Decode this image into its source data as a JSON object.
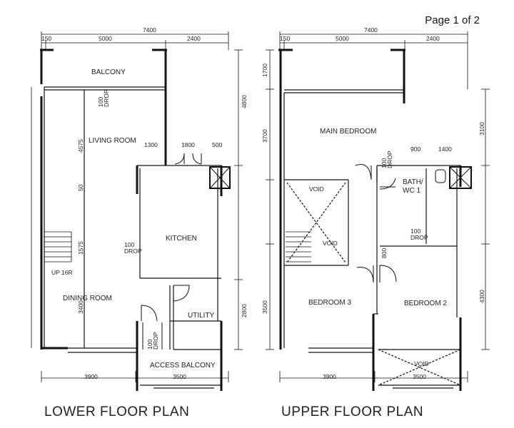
{
  "page_indicator": "Page 1 of 2",
  "lower_plan": {
    "title": "LOWER FLOOR PLAN",
    "rooms": {
      "balcony": "BALCONY",
      "living_room": "LIVING ROOM",
      "kitchen": "KITCHEN",
      "dining_room": "DINING ROOM",
      "utility": "UTILITY",
      "access_balcony": "ACCESS BALCONY"
    },
    "notes": {
      "drop_top_num": "100",
      "drop_top_word": "DROP",
      "drop_mid_num": "100",
      "drop_mid_word": "DROP",
      "drop_bottom_num": "100",
      "drop_bottom_word": "DROP",
      "stair": "UP 16R"
    },
    "dims": {
      "total_width": "7400",
      "left_margin": "150",
      "width_main": "5000",
      "width_side": "2400",
      "kitchen_w1": "1300",
      "kitchen_w2": "1800",
      "kitchen_w3": "500",
      "right_height_top": "4800",
      "right_height_bottom": "2800",
      "left_h1": "4575",
      "left_h2": "50",
      "left_h3": "1575",
      "left_h4": "3400",
      "bottom_left": "3900",
      "bottom_right": "3500"
    }
  },
  "upper_plan": {
    "title": "UPPER FLOOR PLAN",
    "rooms": {
      "main_bedroom": "MAIN BEDROOM",
      "bath_line1": "BATH/",
      "bath_line2": "WC 1",
      "bedroom_3": "BEDROOM 3",
      "bedroom_2": "BEDROOM 2",
      "void_left_top": "VOID",
      "void_left": "VOID",
      "void_bottom": "VOID"
    },
    "notes": {
      "drop_a_num": "100",
      "drop_a_word": "DROP",
      "drop_b_num": "100",
      "drop_b_word": "DROP",
      "door_800": "800"
    },
    "dims": {
      "total_width": "7400",
      "left_margin": "150",
      "width_main": "5000",
      "width_side": "2400",
      "bath_w1": "900",
      "bath_w2": "1400",
      "left_h1": "1700",
      "left_h2": "3700",
      "left_h3": "3500",
      "right_h1": "3100",
      "right_h2": "4300",
      "bottom_left": "3900",
      "bottom_right": "3500"
    }
  }
}
